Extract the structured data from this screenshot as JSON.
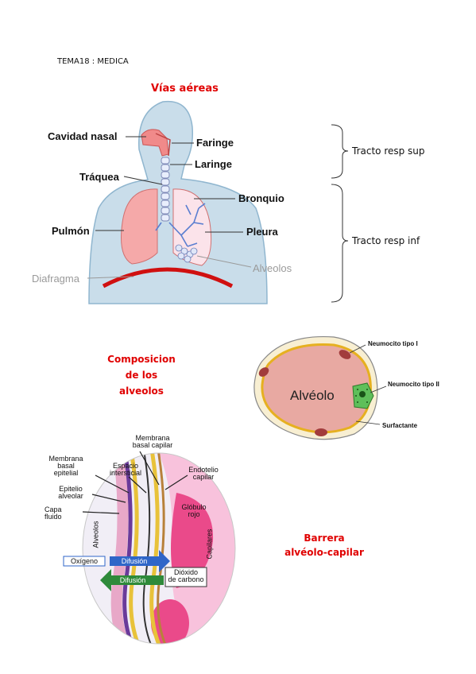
{
  "header": {
    "text": "TEMA18 : MEDICA"
  },
  "airways": {
    "title": "Vías aéreas",
    "labels": {
      "nasal": "Cavidad nasal",
      "pharynx": "Faringe",
      "larynx": "Laringe",
      "trachea": "Tráquea",
      "bronchus": "Bronquio",
      "lung": "Pulmón",
      "pleura": "Pleura",
      "alveoli": "Alveolos",
      "diaphragm": "Diafragma"
    },
    "upper_tract": "Tracto resp sup",
    "lower_tract": "Tracto resp inf"
  },
  "alveoli_section": {
    "title_line1": "Composicion",
    "title_line2": "de los",
    "title_line3": "alveolos",
    "alveolus": "Alvéolo",
    "type1": "Neumocito tipo I",
    "type2": "Neumocito tipo II",
    "surfactant": "Surfactante"
  },
  "barrier": {
    "title_line1": "Barrera",
    "title_line2": "alvéolo-capilar",
    "labels": {
      "membrana_capilar_1": "Membrana",
      "membrana_capilar_2": "basal capilar",
      "membrana_epitelial_1": "Membrana",
      "membrana_epitelial_2": "basal",
      "membrana_epitelial_3": "epitelial",
      "espacio_1": "Espacio",
      "espacio_2": "intersticial",
      "endotelio_1": "Endotelio",
      "endotelio_2": "capilar",
      "epitelio_1": "Epitelio",
      "epitelio_2": "alveolar",
      "capa_1": "Capa",
      "capa_2": "fluido",
      "globulo_1": "Glóbulo",
      "globulo_2": "rojo",
      "alveolos": "Alveolos",
      "capilares": "Capilares",
      "oxigeno": "Oxígeno",
      "difusion_1": "Difusión",
      "difusion_2": "Difusión",
      "dioxido_1": "Dióxido",
      "dioxido_2": "de carbono"
    }
  }
}
